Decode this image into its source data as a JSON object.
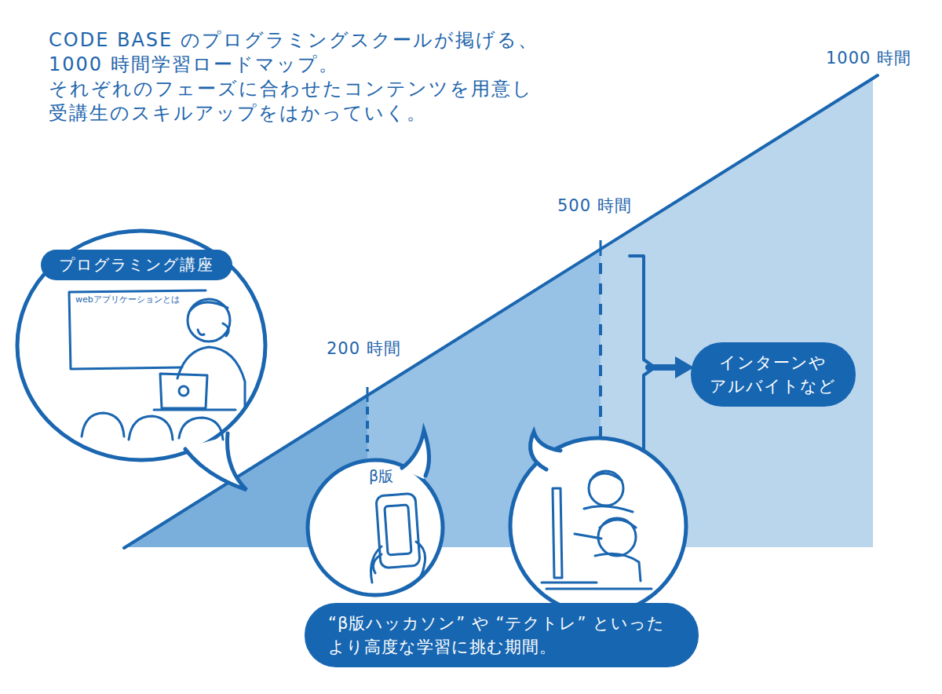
{
  "diagram": {
    "title": "CODE BASE のプログラミングスクールが掲げる、 1000 時間学習ロードマップ。 それぞれのフェーズに合わせたコンテンツを用意し 受講生のスキルアップをはかっていく。",
    "nodes": [
      {
        "text": [
          "プログラミング講座"
        ]
      },
      {
        "text": [
          "“β版ハッカソン” や “テクトレ” といった より高度な学習に挑む期間。"
        ]
      },
      {
        "text": [
          "インターンや アルバイトなど"
        ]
      }
    ],
    "labels": [
      "1000 時間",
      "500 時間",
      "200 時間",
      "webアプリケーションとは",
      "β版"
    ]
  }
}
